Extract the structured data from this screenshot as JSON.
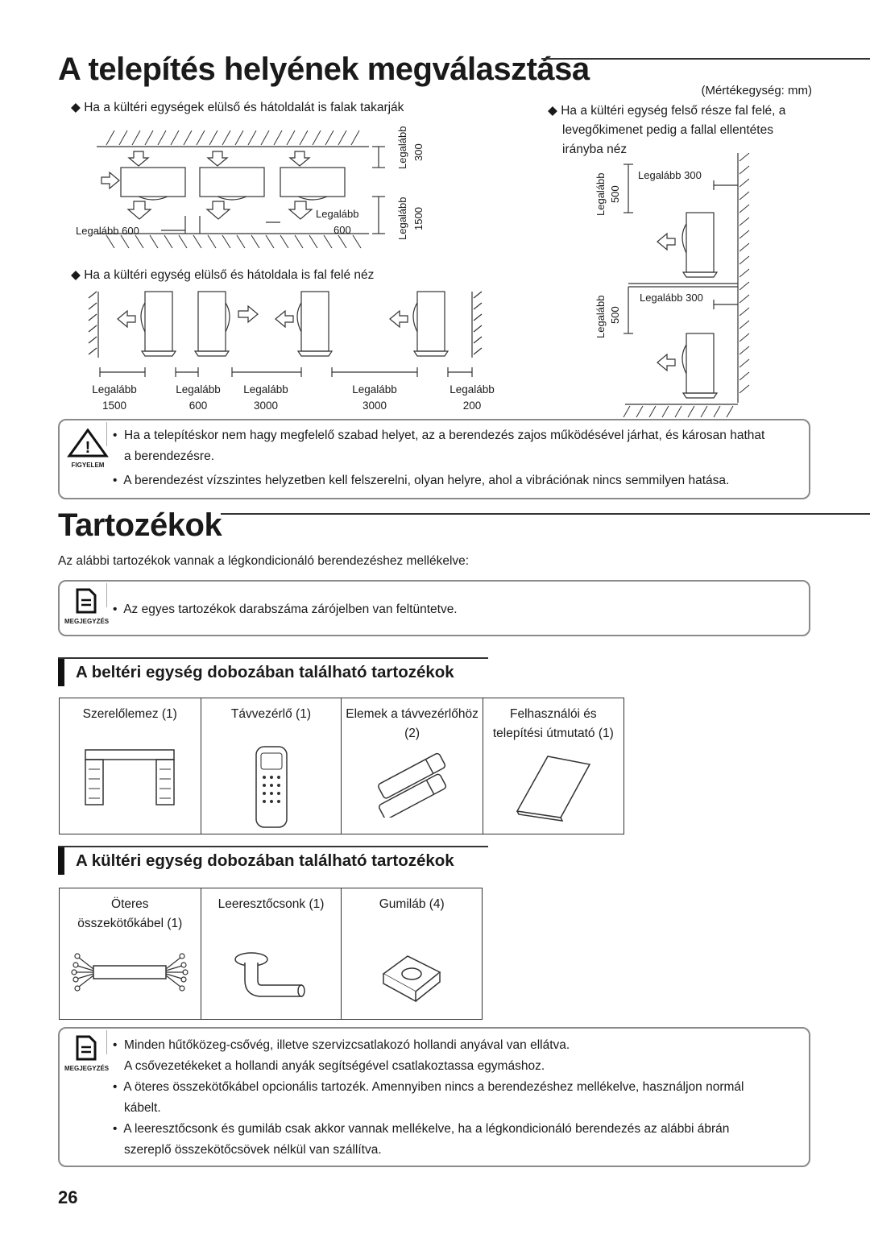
{
  "section1": {
    "title": "A telepítés helyének megválasztása",
    "unit": "(Mértékegység: mm)",
    "diagram_a": {
      "caption": "Ha a kültéri egységek elülső és hátoldalát is falak takarják",
      "labels": [
        "Legalább",
        "300",
        "Legalább",
        "1500",
        "Legalább",
        "600",
        "Legalább 600"
      ]
    },
    "diagram_b": {
      "caption": "Ha a kültéri egység elülső és hátoldala is fal felé néz",
      "dims": [
        {
          "label": "Legalább",
          "value": "1500"
        },
        {
          "label": "Legalább",
          "value": "600"
        },
        {
          "label": "Legalább",
          "value": "3000"
        },
        {
          "label": "Legalább",
          "value": "3000"
        },
        {
          "label": "Legalább",
          "value": "200"
        }
      ]
    },
    "diagram_c": {
      "caption_lines": [
        "Ha a kültéri egység felső része fal felé, a",
        "levegőkimenet pedig a fallal ellentétes",
        "irányba néz"
      ],
      "labels": [
        "Legalább 300",
        "Legalább",
        "500",
        "Legalább 300",
        "Legalább",
        "500"
      ]
    },
    "warning": {
      "icon_label": "FIGYELEM",
      "items": [
        "Ha a telepítéskor nem hagy megfelelő szabad helyet, az a berendezés zajos működésével járhat, és károsan hathat",
        "a berendezésre.",
        "A berendezést vízszintes helyzetben kell felszerelni, olyan helyre, ahol a vibrációnak nincs semmilyen hatása."
      ]
    }
  },
  "section2": {
    "title": "Tartozékok",
    "intro": "Az alábbi tartozékok vannak a légkondicionáló berendezéshez mellékelve:",
    "note1": {
      "icon_label": "MEGJEGYZÉS",
      "text": "Az egyes tartozékok darabszáma zárójelben van feltüntetve."
    },
    "indoor": {
      "heading": "A beltéri egység dobozában található tartozékok",
      "items": [
        {
          "line1": "Szerelőlemez (1)",
          "line2": ""
        },
        {
          "line1": "Távvezérlő (1)",
          "line2": ""
        },
        {
          "line1": "Elemek a távvezérlőhöz",
          "line2": "(2)"
        },
        {
          "line1": "Felhasználói és",
          "line2": "telepítési útmutató (1)"
        }
      ]
    },
    "outdoor": {
      "heading": "A kültéri egység dobozában található tartozékok",
      "items": [
        {
          "line1": "Öteres",
          "line2": "összekötőkábel (1)"
        },
        {
          "line1": "Leeresztőcsonk (1)",
          "line2": ""
        },
        {
          "line1": "Gumiláb (4)",
          "line2": ""
        }
      ]
    },
    "note2": {
      "icon_label": "MEGJEGYZÉS",
      "lines": [
        "Minden hűtőközeg-csővég, illetve szervizcsatlakozó hollandi anyával van ellátva.",
        "A csővezetékeket a hollandi anyák segítségével csatlakoztassa egymáshoz.",
        "A öteres összekötőkábel opcionális tartozék. Amennyiben nincs a berendezéshez mellékelve, használjon normál",
        "kábelt.",
        "A leeresztőcsonk és gumiláb csak akkor vannak mellékelve, ha a légkondicionáló berendezés az alábbi ábrán",
        "szereplő összekötőcsövek nélkül van szállítva."
      ]
    }
  },
  "page_number": "26"
}
